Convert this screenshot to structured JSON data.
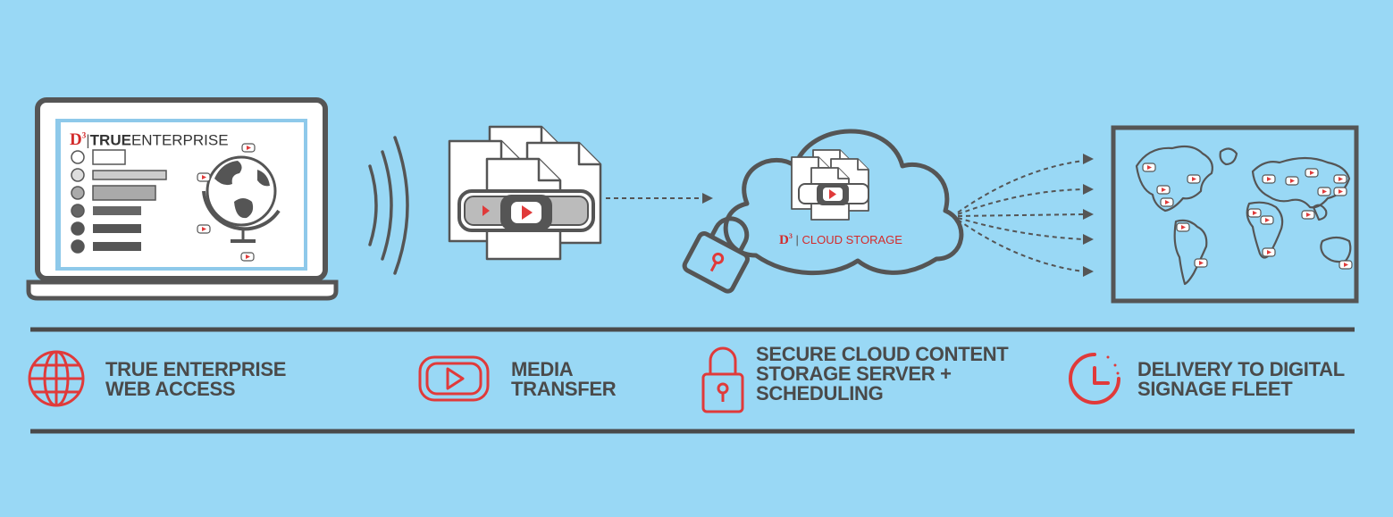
{
  "screen": {
    "brand_mark": "D",
    "brand_superscript": "3",
    "product_bold": "TRUE",
    "product_rest": "ENTERPRISE"
  },
  "cloud": {
    "brand_mark": "D",
    "brand_superscript": "3",
    "label": "CLOUD STORAGE"
  },
  "legend": [
    {
      "icon": "globe-icon",
      "text": "TRUE ENTERPRISE\nWEB ACCESS"
    },
    {
      "icon": "play-button-icon",
      "text": "MEDIA\nTRANSFER"
    },
    {
      "icon": "padlock-icon",
      "text": "SECURE CLOUD CONTENT\nSTORAGE SERVER +\nSCHEDULING"
    },
    {
      "icon": "clock-icon",
      "text": "DELIVERY TO DIGITAL\nSIGNAGE FLEET"
    }
  ],
  "colors": {
    "background": "#99d8f5",
    "line": "#4a4a4a",
    "accent": "#e03a3a"
  }
}
